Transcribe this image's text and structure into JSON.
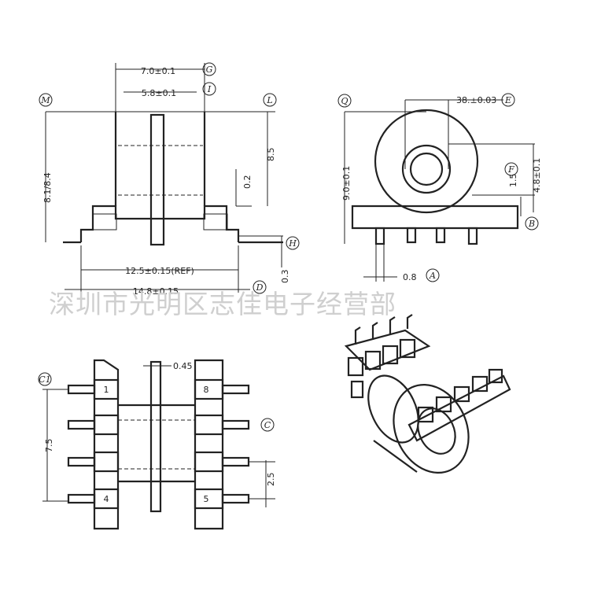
{
  "front_view": {
    "dims": {
      "width_outer": "7.0±0.1",
      "width_inner": "5.8±0.1",
      "height_total": "8.1/8.4",
      "height_body": "8.5",
      "flange": "0.2",
      "base_ref": "12.5±0.15(REF)",
      "base_total": "14.8±0.15",
      "pin_thick": "0.3"
    },
    "refs": {
      "g": "G",
      "i": "I",
      "m": "M",
      "l": "L",
      "h": "H",
      "d": "D"
    }
  },
  "side_view": {
    "dims": {
      "bore": "38.±0.03",
      "height": "9.0±0.1",
      "right_height": "4.8±0.1",
      "small": "1.5",
      "pin_w": "0.8"
    },
    "refs": {
      "q": "Q",
      "e": "E",
      "f": "F",
      "b": "B",
      "a": "A"
    }
  },
  "bottom_view": {
    "dims": {
      "slot": "0.45",
      "pitch_total": "7.5",
      "pitch": "2.5"
    },
    "refs": {
      "c1": "C1",
      "c": "C"
    },
    "pins": {
      "p1": "1",
      "p8": "8",
      "p4": "4",
      "p5": "5"
    }
  },
  "watermark": "深圳市光明区志佳电子经营部"
}
